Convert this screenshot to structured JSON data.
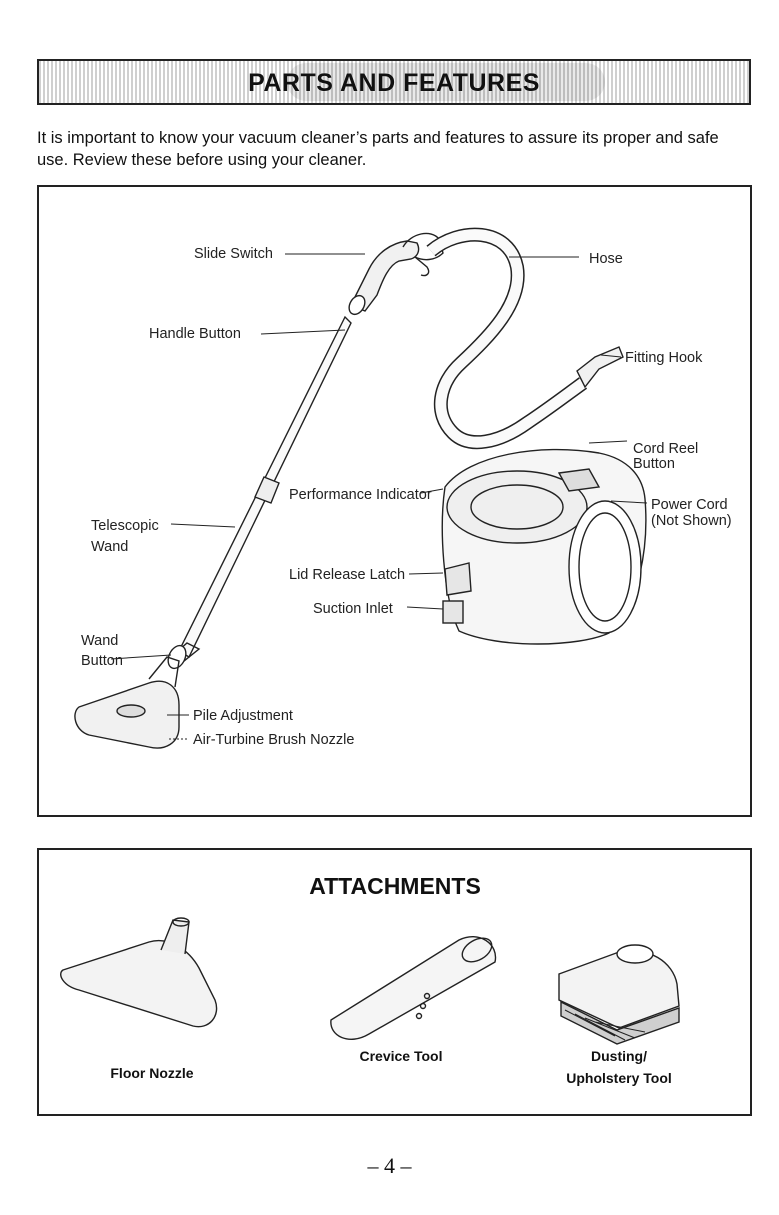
{
  "header": {
    "title": "PARTS AND FEATURES"
  },
  "intro": "It is important to know your vacuum cleaner’s parts and features to assure its proper and safe use. Review these before using your cleaner.",
  "parts": {
    "slide_switch": "Slide Switch",
    "hose": "Hose",
    "handle_button": "Handle Button",
    "fitting_hook": "Fitting Hook",
    "cord_reel_button_1": "Cord Reel",
    "cord_reel_button_2": "Button",
    "performance_indicator": "Performance Indicator",
    "power_cord_1": "Power Cord",
    "power_cord_2": "(Not Shown)",
    "telescopic_wand_1": "Telescopic",
    "telescopic_wand_2": "Wand",
    "lid_release_latch": "Lid Release Latch",
    "suction_inlet": "Suction Inlet",
    "wand_button_1": "Wand",
    "wand_button_2": "Button",
    "pile_adjustment": "Pile Adjustment",
    "air_turbine_nozzle": "Air-Turbine Brush Nozzle"
  },
  "attachments": {
    "title": "ATTACHMENTS",
    "floor_nozzle": "Floor Nozzle",
    "crevice_tool": "Crevice Tool",
    "dusting_tool_1": "Dusting/",
    "dusting_tool_2": "Upholstery Tool"
  },
  "footer": {
    "page": "– 4 –"
  }
}
